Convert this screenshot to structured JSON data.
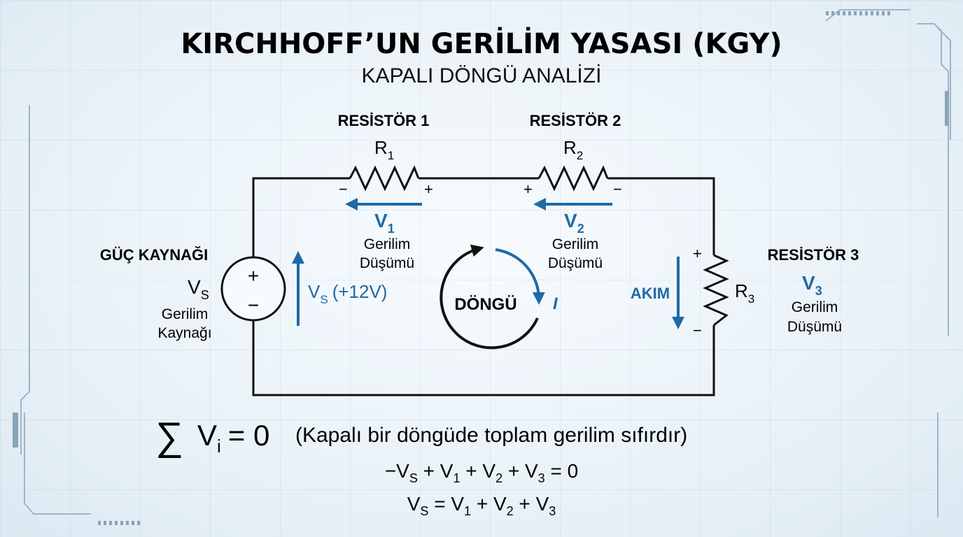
{
  "title": "KIRCHHOFF’UN GERİLİM YASASI (KGY)",
  "subtitle": "KAPALI DÖNGÜ ANALİZİ",
  "resistor1": {
    "heading": "RESİSTÖR 1",
    "symbol": "R",
    "sub": "1",
    "v_symbol": "V",
    "v_sub": "1",
    "drop_line1": "Gerilim",
    "drop_line2": "Düşümü"
  },
  "resistor2": {
    "heading": "RESİSTÖR 2",
    "symbol": "R",
    "sub": "2",
    "v_symbol": "V",
    "v_sub": "2",
    "drop_line1": "Gerilim",
    "drop_line2": "Düşümü"
  },
  "resistor3": {
    "heading": "RESİSTÖR 3",
    "symbol": "R",
    "sub": "3",
    "v_symbol": "V",
    "v_sub": "3",
    "drop_line1": "Gerilim",
    "drop_line2": "Düşümü"
  },
  "source": {
    "heading": "GÜÇ KAYNAĞI",
    "symbol": "V",
    "sub": "S",
    "line1": "Gerilim",
    "line2": "Kaynağı",
    "arrow_symbol": "V",
    "arrow_sub": "S",
    "arrow_value": "(+12V)"
  },
  "loop": {
    "label": "DÖNGÜ",
    "current": "I"
  },
  "current_label": "AKIM",
  "polarity": {
    "plus": "+",
    "minus": "−"
  },
  "equation_main": {
    "sigma": "∑",
    "v": "V",
    "sub": "i",
    "rhs": "= 0",
    "note": "(Kapalı bir döngüde toplam gerilim sıfırdır)"
  },
  "equation_line1": {
    "parts": [
      "−V",
      "S",
      " + V",
      "1",
      " + V",
      "2",
      " + V",
      "3",
      " = 0"
    ]
  },
  "equation_line2": {
    "parts": [
      "V",
      "S",
      " = V",
      "1",
      " + V",
      "2",
      " + V",
      "3"
    ]
  },
  "colors": {
    "accent": "#1f6aa5",
    "wire": "#111111"
  }
}
